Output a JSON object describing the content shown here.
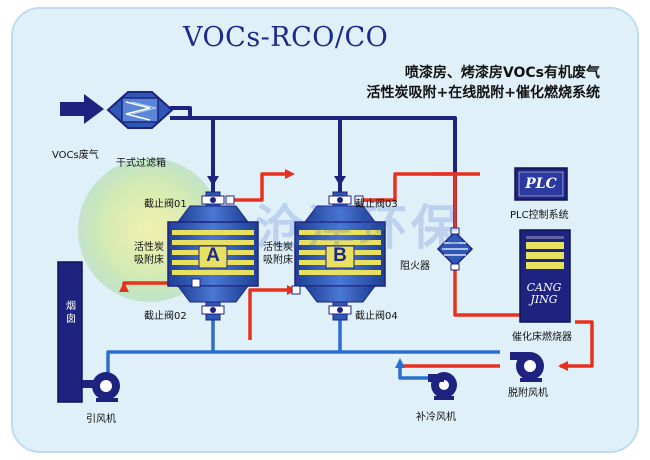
{
  "title": "VOCs-RCO/CO",
  "subtitle_line1": "喷漆房、烤漆房VOCs有机废气",
  "subtitle_line2": "活性炭吸附+在线脱附+催化燃烧系统",
  "labels": {
    "vocs_waste_gas": "VOCs废气",
    "dry_filter_box": "干式过滤箱",
    "valve_01": "截止阀01",
    "valve_02": "截止阀02",
    "valve_03": "截止阀03",
    "valve_04": "截止阀04",
    "carbon_bed_a_line1": "活性炭",
    "carbon_bed_a_line2": "吸附床",
    "carbon_bed_b_line1": "活性炭",
    "carbon_bed_b_line2": "吸附床",
    "tower_a": "A",
    "tower_b": "B",
    "flame_arrester": "阻火器",
    "plc_screen": "PLC",
    "plc_control_system": "PLC控制系统",
    "burner_brand_line1": "CANG",
    "burner_brand_line2": "JING",
    "catalytic_burner": "催化床燃烧器",
    "desorption_fan": "脱附风机",
    "chimney_line1": "烟",
    "chimney_line2": "囱",
    "induced_draft_fan": "引风机",
    "make_up_cooling_fan": "补冷风机",
    "watermark": "沧泽环保"
  },
  "colors": {
    "supply_line": "#1e2380",
    "hot_line": "#e8301e",
    "return_line": "#2a6fd0",
    "tower_body": "#2f58b4",
    "carbon_layer": "#e8e060",
    "background_blob": "#cfe7f4",
    "title": "#1b2a8a"
  }
}
